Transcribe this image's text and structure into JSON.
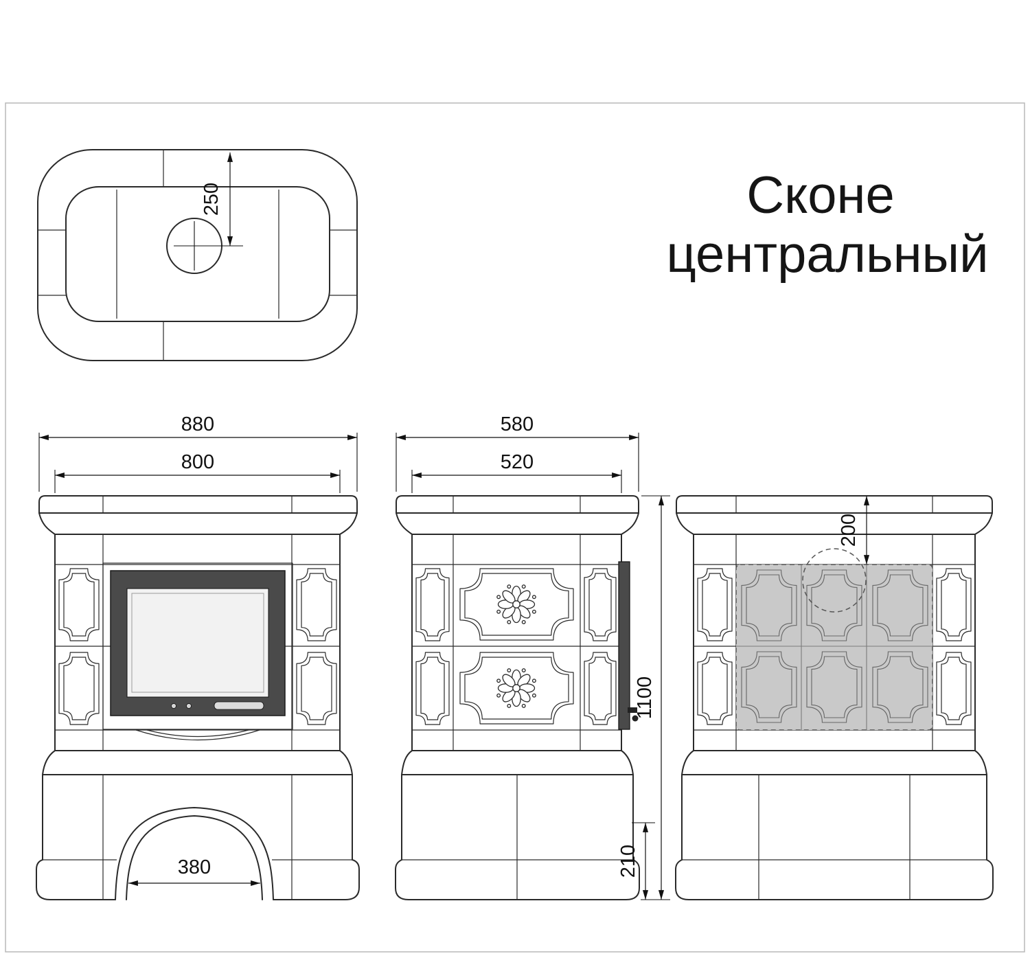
{
  "title": {
    "line1": "Сконе",
    "line2": "центральный"
  },
  "dimensions": {
    "top_view": {
      "chimney_offset": "250"
    },
    "front_view": {
      "overall_width": "880",
      "body_width": "800",
      "arch_width": "380"
    },
    "side_view": {
      "overall_depth": "580",
      "body_depth": "520",
      "overall_height": "1100",
      "base_height": "210"
    },
    "back_view": {
      "flue_top_offset": "200"
    }
  },
  "colors": {
    "line": "#2a2a2a",
    "dim_line": "#111111",
    "door_frame": "#4a4a4a",
    "door_glass": "#f2f2f2",
    "heat_zone_fill": "#c9c9c9",
    "frame_border": "#b8b8b8"
  }
}
